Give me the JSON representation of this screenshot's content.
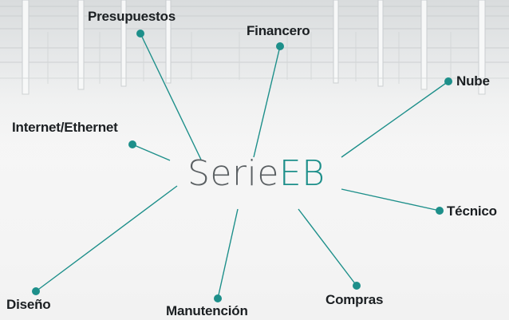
{
  "hub": {
    "prefix": "Serie",
    "suffix": "EB"
  },
  "nodes": [
    {
      "id": "presupuestos",
      "label": "Presupuestos"
    },
    {
      "id": "financero",
      "label": "Financero"
    },
    {
      "id": "nube",
      "label": "Nube"
    },
    {
      "id": "internet",
      "label": "Internet/Ethernet"
    },
    {
      "id": "tecnico",
      "label": "Técnico"
    },
    {
      "id": "diseno",
      "label": "Diseño"
    },
    {
      "id": "manutencion",
      "label": "Manutención"
    },
    {
      "id": "compras",
      "label": "Compras"
    }
  ],
  "colors": {
    "accent": "#1d8f8a",
    "dot": "#1d8f8a",
    "text": "#1b1f22",
    "hub_gray": "#5a5f62"
  }
}
